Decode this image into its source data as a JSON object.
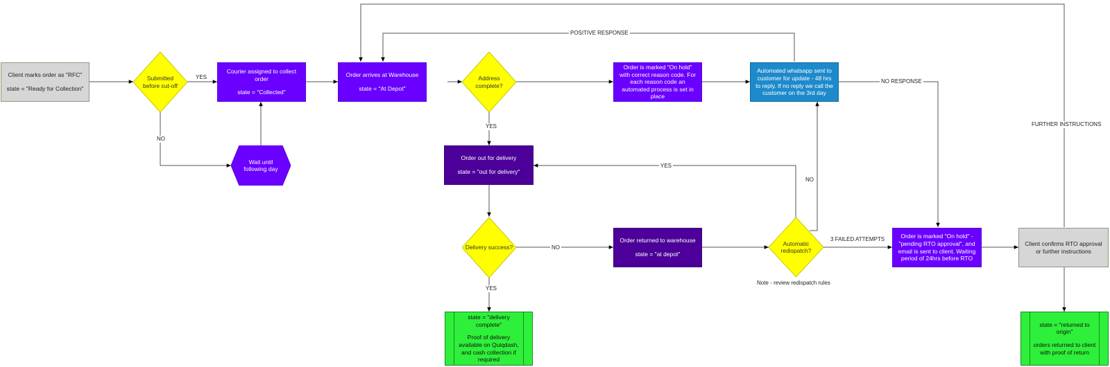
{
  "nodes": {
    "rfc": {
      "line1": "Client marks order as \"RFC\"",
      "line2": "state = \"Ready for Collection\""
    },
    "cutoff": {
      "text": "Submitted before cut-off"
    },
    "courier": {
      "line1": "Courier assigned to collect order",
      "line2": "state = \"Collected\""
    },
    "wait": {
      "text": "Wait until following day"
    },
    "warehouse": {
      "line1": "Order arrives at Warehouse",
      "line2": "state = \"At Depot\""
    },
    "address": {
      "text": "Address complete?"
    },
    "onhold": {
      "text": "Order is marked \"On hold\" with correct reason code. For each reason code an automated process is set in place"
    },
    "whatsapp": {
      "text": "Automated whatsapp sent to customer for update - 48 hrs to reply. If no reply we call the customer on the 3rd day"
    },
    "outfordelivery": {
      "line1": "Order out for delivery",
      "line2": "state = \"out for delivery\""
    },
    "delivery": {
      "text": "Delivery success?"
    },
    "returned": {
      "line1": "Order returned to warehouse",
      "line2": "state = \"at depot\""
    },
    "redispatch": {
      "text": "Automatic redispatch?"
    },
    "rto": {
      "text": "Order is marked \"On hold\" - \"pending RTO approval\", and email is sent to client. Waiting period of 24hrs before RTO"
    },
    "clientconfirm": {
      "text": "Client confirms RTO approval or further instructions"
    },
    "complete": {
      "line1": "state = \"delivery complete\"",
      "line2": "Proof of delivery available on Quiqdash, and cash collection if required"
    },
    "rtoorigin": {
      "line1": "state = \"returned to origin\"",
      "line2": "orders returned to client with proof of return"
    }
  },
  "edge_labels": {
    "yes_cutoff": "YES",
    "no_cutoff": "NO",
    "positive_response": "POSITIVE RESPONSE",
    "no_response": "NO RESPONSE",
    "yes_address": "YES",
    "yes_redispatch": "YES",
    "no_redispatch": "NO",
    "no_delivery": "NO",
    "three_failed": "3 FAILED ATTEMPTS",
    "yes_delivery": "YES",
    "further_instructions": "FURTHER INSTRUCTIONS"
  },
  "note": "Note - review redispatch rules",
  "colors": {
    "process_violet": "#6a00ff",
    "process_dark_violet": "#4c0099",
    "process_blue": "#1d8acb",
    "decision_yellow": "#ffff00",
    "terminal_green": "#2ef03a",
    "start_grey": "#d6d6d6"
  }
}
